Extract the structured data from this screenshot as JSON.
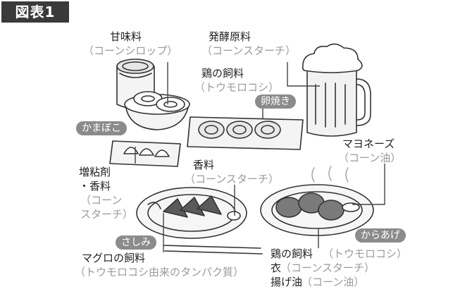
{
  "figure": {
    "title": "図表1"
  },
  "labels": {
    "sweetener": {
      "name": "甘味料",
      "source": "（コーンシロップ）"
    },
    "fermentation": {
      "name": "発酵原料",
      "source": "（コーンスターチ）"
    },
    "chicken_feed": {
      "name": "鶏の飼料",
      "source": "（トウモロコシ）"
    },
    "mayonnaise": {
      "name": "マヨネーズ",
      "source": "（コーン油）"
    },
    "thickener": {
      "line1": "増粘剤",
      "line2": "・香料",
      "line3": "（コーン",
      "line4": "スターチ）"
    },
    "flavoring": {
      "name": "香料",
      "source": "（コーンスターチ）"
    },
    "tuna_feed": {
      "name": "マグロの飼料",
      "source": "（トウモロコシ由来のタンパク質）"
    },
    "karaage": {
      "feed_name": "鶏の飼料",
      "feed_source": "（トウモロコシ）",
      "batter_name": "衣",
      "batter_source": "（コーンスターチ）",
      "oil_name": "揚げ油",
      "oil_source": "（コーン油）"
    }
  },
  "badges": {
    "tamagoyaki": "卵焼き",
    "kamaboko": "かまぼこ",
    "sashimi": "さしみ",
    "karaage": "からあげ"
  }
}
